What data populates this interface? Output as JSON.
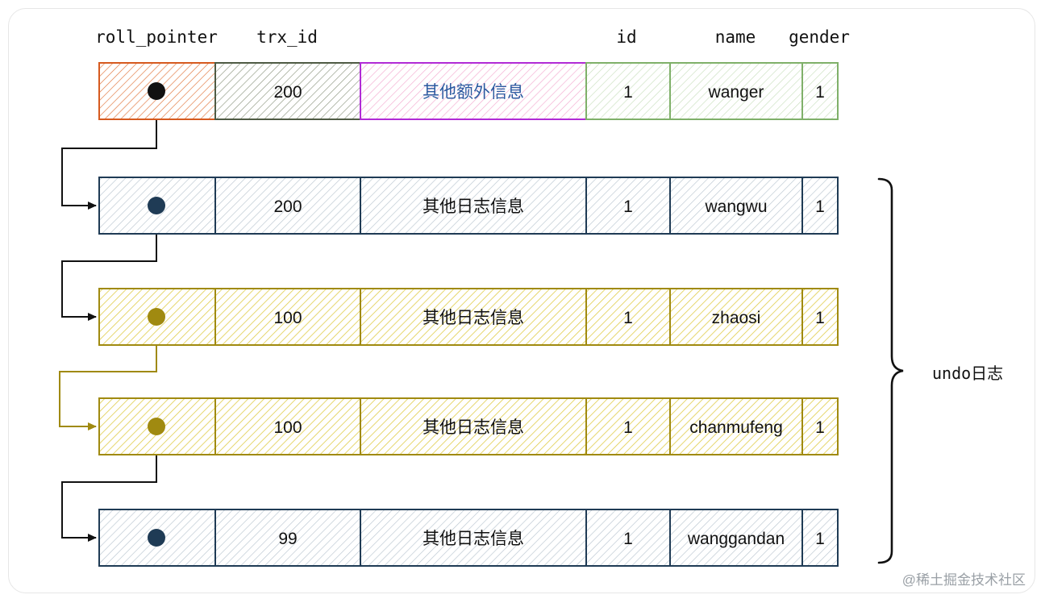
{
  "headers": {
    "roll_pointer": "roll_pointer",
    "trx_id": "trx_id",
    "id": "id",
    "name": "name",
    "gender": "gender"
  },
  "records": [
    {
      "trx_id": "200",
      "info": "其他额外信息",
      "id": "1",
      "name": "wanger",
      "gender": "1",
      "theme": "current"
    },
    {
      "trx_id": "200",
      "info": "其他日志信息",
      "id": "1",
      "name": "wangwu",
      "gender": "1",
      "theme": "slate"
    },
    {
      "trx_id": "100",
      "info": "其他日志信息",
      "id": "1",
      "name": "zhaosi",
      "gender": "1",
      "theme": "olive"
    },
    {
      "trx_id": "100",
      "info": "其他日志信息",
      "id": "1",
      "name": "chanmufeng",
      "gender": "1",
      "theme": "olive"
    },
    {
      "trx_id": "99",
      "info": "其他日志信息",
      "id": "1",
      "name": "wanggandan",
      "gender": "1",
      "theme": "slate"
    }
  ],
  "undo_label": "undo日志",
  "watermark": "@稀土掘金技术社区",
  "colors": {
    "roll_current": "#d65a1f",
    "trx_current": "#4f5b44",
    "info_current": "#b12bd6",
    "info_text_current": "#2c5aa0",
    "data_current": "#7fb069",
    "slate": "#1f3b55",
    "olive": "#a08a10",
    "arrow_dark": "#111111",
    "arrow_olive": "#a08a10"
  }
}
